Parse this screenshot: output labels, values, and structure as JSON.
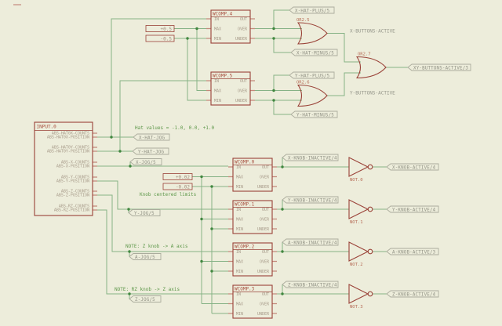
{
  "colors": {
    "bg": "#EDEDDB",
    "wire": "#86B286",
    "junction": "#41873F",
    "outline": "#9A4238",
    "stub": "#C4897B",
    "pin_text": "#A79A89",
    "title": "#A85040",
    "flag_stroke": "#ABAC9D",
    "flag_text": "#8F9083",
    "comment": "#5D9749",
    "net_label": "#95968A",
    "gate_label": "#B56A55",
    "value_text": "#A38D7E"
  },
  "notes": {
    "hat_values": "Hat values = -1.0, 0.0, +1.0",
    "knob_limits": "Knob centered limits",
    "z_knob": "NOTE: Z knob -> A axis",
    "rz_knob": "NOTE: RZ knob -> Z axis"
  },
  "net_labels": {
    "x_buttons": "X-BUTTONS-ACTIVE",
    "y_buttons": "Y-BUTTONS-ACTIVE"
  },
  "values": {
    "hat_max": "+0.5",
    "hat_min": "-0.5",
    "knob_max": "+0.02",
    "knob_min": "-0.02"
  },
  "input_block": {
    "title": "INPUT.0",
    "pins": [
      "ABS-HAT0X-COUNTS",
      "ABS-HAT0X-POSITION",
      "ABS-HAT0Y-COUNTS",
      "ABS-HAT0Y-POSITION",
      "ABS-X-COUNTS",
      "ABS-X-POSITION",
      "ABS-Y-COUNTS",
      "ABS-Y-POSITION",
      "ABS-Z-COUNTS",
      "ABS-Z-POSITION",
      "ABS-RZ-COUNTS",
      "ABS-RZ-POSITION"
    ]
  },
  "comp_pins": {
    "in": "IN",
    "max": "MAX",
    "min": "MIN",
    "out": "OUT",
    "over": "OVER",
    "under": "UNDER"
  },
  "comparators": {
    "c4": "WCOMP.4",
    "c5": "WCOMP.5",
    "c0": "WCOMP.0",
    "c1": "WCOMP.1",
    "c2": "WCOMP.2",
    "c3": "WCOMP.3"
  },
  "gates": {
    "or2_5": "OR2.5",
    "or2_6": "OR2.6",
    "or2_7": "OR2.7",
    "not_0": "NOT.0",
    "not_1": "NOT.1",
    "not_2": "NOT.2",
    "not_3": "NOT.3"
  },
  "flags": {
    "x_hat_jog": "X-HAT-JOG",
    "y_hat_jog": "Y-HAT-JOG",
    "x_jog": "X-JOG/5",
    "y_jog": "Y-JOG/5",
    "a_jog": "A-JOG/5",
    "z_jog": "Z-JOG/5",
    "x_hat_plus": "X-HAT-PLUS/5",
    "x_hat_minus": "X-HAT-MINUS/5",
    "y_hat_plus": "Y-HAT-PLUS/5",
    "y_hat_minus": "Y-HAT-MINUS/5",
    "xy_buttons": "XY-BUTTONS-ACTIVE/3",
    "x_knob_inactive": "X-KNOB-INACTIVE/4",
    "y_knob_inactive": "Y-KNOB-INACTIVE/4",
    "a_knob_inactive": "A-KNOB-INACTIVE/4",
    "z_knob_inactive": "Z-KNOB-INACTIVE/4",
    "x_knob_active": "X-KNOB-ACTIVE/4",
    "y_knob_active": "Y-KNOB-ACTIVE/4",
    "a_knob_active": "A-KNOB-ACTIVE/3",
    "z_knob_active": "Z-KNOB-ACTIVE/4"
  }
}
